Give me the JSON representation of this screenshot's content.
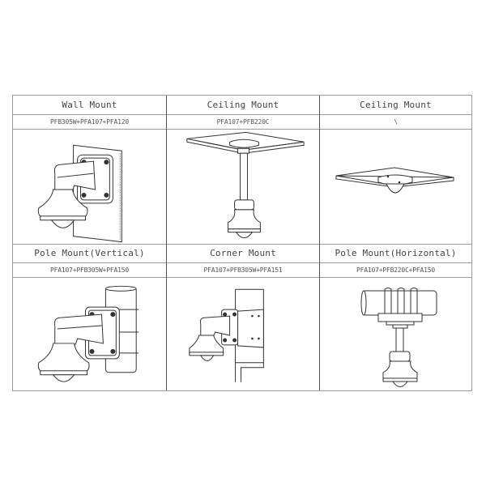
{
  "table": {
    "rows": [
      {
        "cells": [
          {
            "title": "Wall Mount",
            "model": "PFB305W+PFA107+PFA120",
            "illustration": "wall-mount-drawing"
          },
          {
            "title": "Ceiling Mount",
            "model": "PFA107+PFB220C",
            "illustration": "ceiling-pendant-mount-drawing"
          },
          {
            "title": "Ceiling Mount",
            "model": "\\",
            "illustration": "ceiling-flush-mount-drawing"
          }
        ]
      },
      {
        "cells": [
          {
            "title": "Pole Mount(Vertical)",
            "model": "PFA107+PFB305W+PFA150",
            "illustration": "pole-vertical-mount-drawing"
          },
          {
            "title": "Corner Mount",
            "model": "PFA107+PFB305W+PFA151",
            "illustration": "corner-mount-drawing"
          },
          {
            "title": "Pole Mount(Horizontal)",
            "model": "PFA107+PFB220C+PFA150",
            "illustration": "pole-horizontal-mount-drawing"
          }
        ]
      }
    ]
  },
  "colors": {
    "border": "#9a9a9a",
    "divider": "#555555",
    "line_art": "#333333",
    "text": "#444444"
  }
}
